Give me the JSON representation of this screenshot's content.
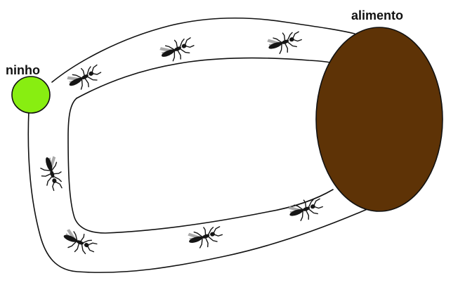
{
  "labels": {
    "nest": "ninho",
    "food": "alimento"
  },
  "colors": {
    "nest": "#88ee11",
    "food": "#5e3306",
    "outline": "#111111",
    "ant": "#151515",
    "ant_wing": "#9a9a9a",
    "text": "#111111"
  },
  "icons": {
    "nest": "nest-circle",
    "food": "food-ellipse",
    "ant": "ant-icon"
  }
}
